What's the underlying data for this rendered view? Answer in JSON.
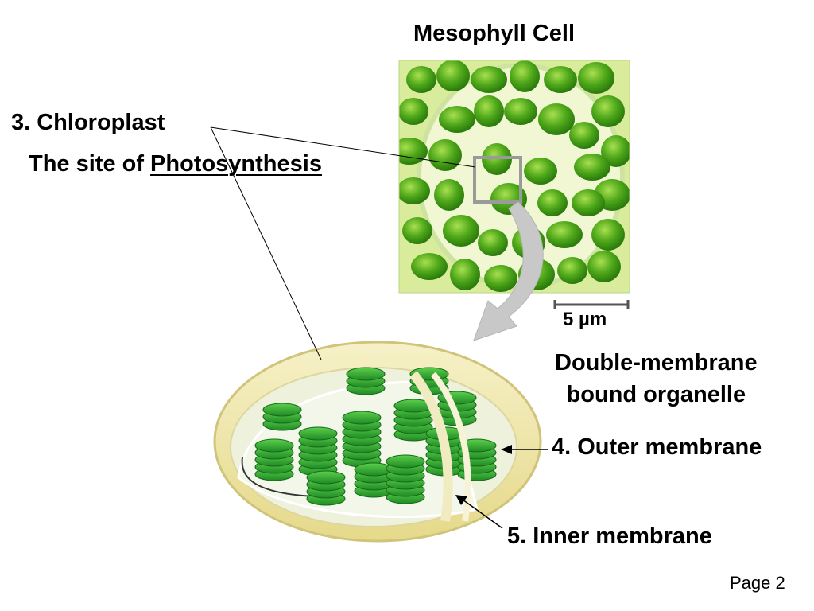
{
  "title": "Mesophyll Cell",
  "chloroplast_label": "3. Chloroplast",
  "site_prefix": "The site of",
  "site_term": "Photosynthesis",
  "double_line1": "Double-membrane",
  "double_line2": "bound organelle",
  "outer_label": "4. Outer membrane",
  "inner_label": "5. Inner membrane",
  "scale_bar_label": "5 µm",
  "page_label": "Page 2",
  "colors": {
    "cell_green": "#4fa81a",
    "cell_bg": "#e4f1b8",
    "grana_green": "#2e9a2e",
    "envelope": "#efe7a8",
    "zoom_box": "#9a9a9a"
  }
}
